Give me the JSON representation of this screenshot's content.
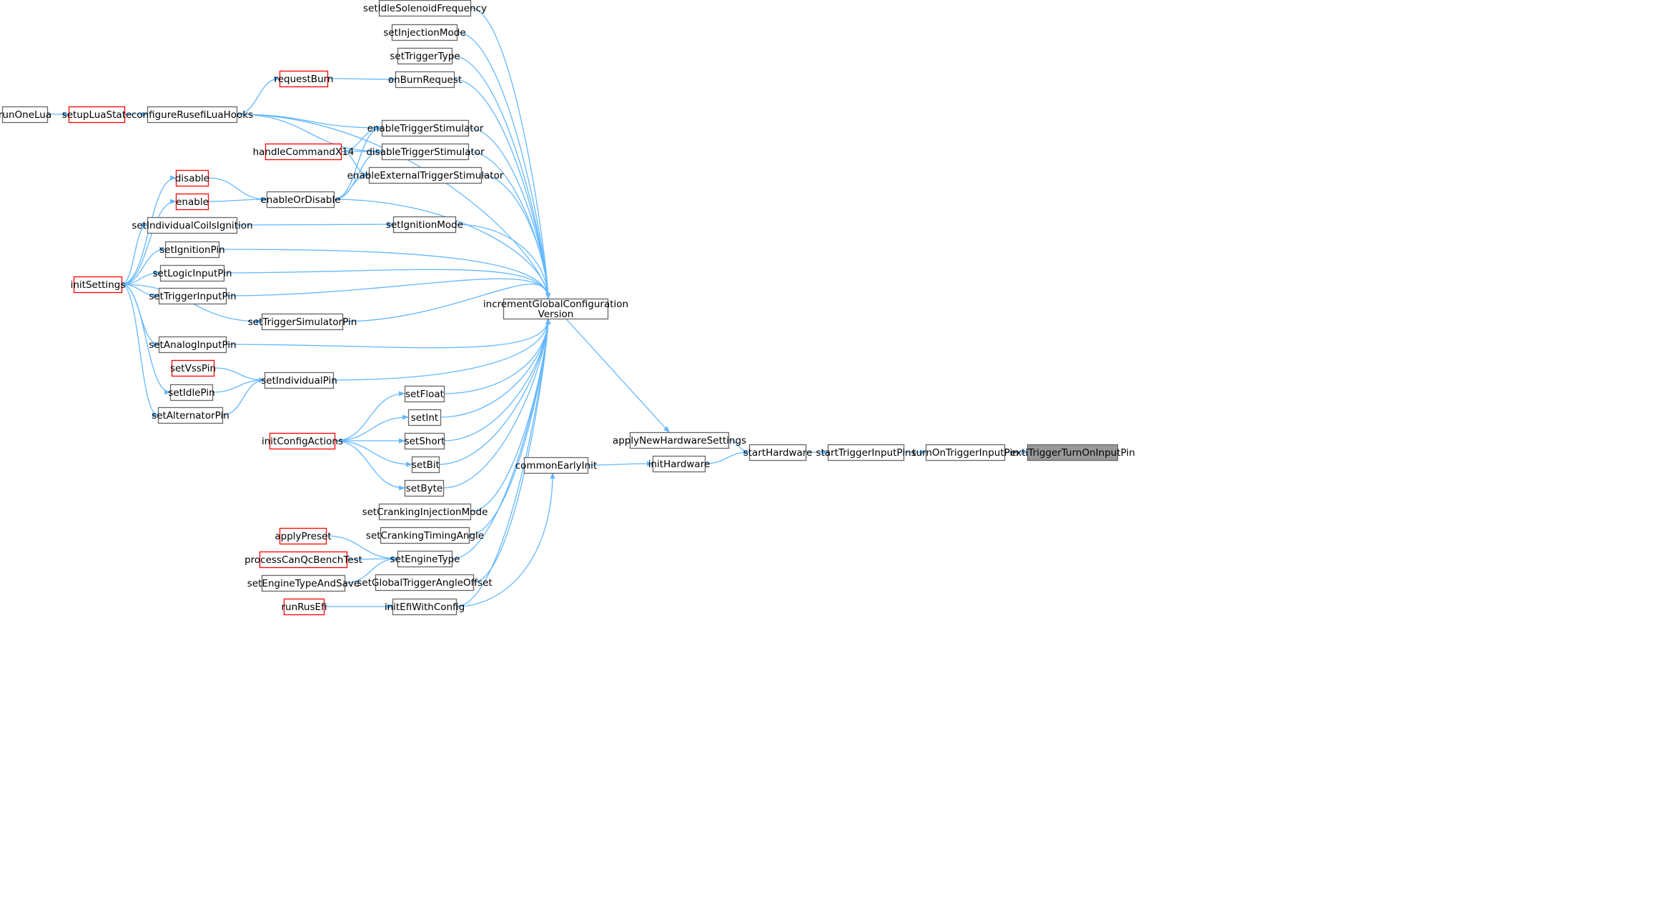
{
  "colors": {
    "edge": "#63b8ff",
    "node_border": "#666666",
    "node_fill": "#ffffff",
    "truncated_border": "#ff0000",
    "focus_fill": "#999999"
  },
  "nodes": {
    "setIdleSolenoidFrequency": {
      "label": "setIdleSolenoidFrequency",
      "style": "normal"
    },
    "setInjectionMode": {
      "label": "setInjectionMode",
      "style": "normal"
    },
    "setTriggerType": {
      "label": "setTriggerType",
      "style": "normal"
    },
    "onBurnRequest": {
      "label": "onBurnRequest",
      "style": "normal"
    },
    "requestBurn": {
      "label": "requestBurn",
      "style": "truncated"
    },
    "runOneLua": {
      "label": "runOneLua",
      "style": "normal"
    },
    "setupLuaState": {
      "label": "setupLuaState",
      "style": "truncated"
    },
    "configureRusefiLuaHooks": {
      "label": "configureRusefiLuaHooks",
      "style": "normal"
    },
    "enableTriggerStimulator": {
      "label": "enableTriggerStimulator",
      "style": "normal"
    },
    "handleCommandX14": {
      "label": "handleCommandX14",
      "style": "truncated"
    },
    "disableTriggerStimulator": {
      "label": "disableTriggerStimulator",
      "style": "normal"
    },
    "enableExternalTriggerStimulator": {
      "label": "enableExternalTriggerStimulator",
      "style": "normal"
    },
    "disable": {
      "label": "disable",
      "style": "truncated"
    },
    "enable": {
      "label": "enable",
      "style": "truncated"
    },
    "enableOrDisable": {
      "label": "enableOrDisable",
      "style": "normal"
    },
    "setIndividualCoilsIgnition": {
      "label": "setIndividualCoilsIgnition",
      "style": "normal"
    },
    "setIgnitionMode": {
      "label": "setIgnitionMode",
      "style": "normal"
    },
    "setIgnitionPin": {
      "label": "setIgnitionPin",
      "style": "normal"
    },
    "initSettings": {
      "label": "initSettings",
      "style": "truncated"
    },
    "setLogicInputPin": {
      "label": "setLogicInputPin",
      "style": "normal"
    },
    "setTriggerInputPin": {
      "label": "setTriggerInputPin",
      "style": "normal"
    },
    "incrementGlobalConfigurationVersion": {
      "label": [
        "incrementGlobalConfiguration",
        "Version"
      ],
      "style": "normal"
    },
    "setTriggerSimulatorPin": {
      "label": "setTriggerSimulatorPin",
      "style": "normal"
    },
    "setAnalogInputPin": {
      "label": "setAnalogInputPin",
      "style": "normal"
    },
    "setVssPin": {
      "label": "setVssPin",
      "style": "truncated"
    },
    "setIndividualPin": {
      "label": "setIndividualPin",
      "style": "normal"
    },
    "setIdlePin": {
      "label": "setIdlePin",
      "style": "normal"
    },
    "setAlternatorPin": {
      "label": "setAlternatorPin",
      "style": "normal"
    },
    "setFloat": {
      "label": "setFloat",
      "style": "normal"
    },
    "setInt": {
      "label": "setInt",
      "style": "normal"
    },
    "initConfigActions": {
      "label": "initConfigActions",
      "style": "truncated"
    },
    "setShort": {
      "label": "setShort",
      "style": "normal"
    },
    "setBit": {
      "label": "setBit",
      "style": "normal"
    },
    "setByte": {
      "label": "setByte",
      "style": "normal"
    },
    "setCrankingInjectionMode": {
      "label": "setCrankingInjectionMode",
      "style": "normal"
    },
    "setCrankingTimingAngle": {
      "label": "setCrankingTimingAngle",
      "style": "normal"
    },
    "applyPreset": {
      "label": "applyPreset",
      "style": "truncated"
    },
    "processCanQcBenchTest": {
      "label": "processCanQcBenchTest",
      "style": "truncated"
    },
    "setEngineType": {
      "label": "setEngineType",
      "style": "normal"
    },
    "setEngineTypeAndSave": {
      "label": "setEngineTypeAndSave",
      "style": "normal"
    },
    "setGlobalTriggerAngleOffset": {
      "label": "setGlobalTriggerAngleOffset",
      "style": "normal"
    },
    "runRusEfi": {
      "label": "runRusEfi",
      "style": "truncated"
    },
    "initEfiWithConfig": {
      "label": "initEfiWithConfig",
      "style": "normal"
    },
    "applyNewHardwareSettings": {
      "label": "applyNewHardwareSettings",
      "style": "normal"
    },
    "commonEarlyInit": {
      "label": "commonEarlyInit",
      "style": "normal"
    },
    "initHardware": {
      "label": "initHardware",
      "style": "normal"
    },
    "startHardware": {
      "label": "startHardware",
      "style": "normal"
    },
    "startTriggerInputPins": {
      "label": "startTriggerInputPins",
      "style": "normal"
    },
    "turnOnTriggerInputPin": {
      "label": "turnOnTriggerInputPin",
      "style": "normal"
    },
    "extiTriggerTurnOnInputPin": {
      "label": "extiTriggerTurnOnInputPin",
      "style": "focus"
    }
  },
  "edges": [
    [
      "setIdleSolenoidFrequency",
      "incrementGlobalConfigurationVersion"
    ],
    [
      "setInjectionMode",
      "incrementGlobalConfigurationVersion"
    ],
    [
      "setTriggerType",
      "incrementGlobalConfigurationVersion"
    ],
    [
      "onBurnRequest",
      "incrementGlobalConfigurationVersion"
    ],
    [
      "requestBurn",
      "onBurnRequest"
    ],
    [
      "configureRusefiLuaHooks",
      "requestBurn"
    ],
    [
      "setupLuaState",
      "configureRusefiLuaHooks"
    ],
    [
      "runOneLua",
      "setupLuaState"
    ],
    [
      "configureRusefiLuaHooks",
      "incrementGlobalConfigurationVersion"
    ],
    [
      "configureRusefiLuaHooks",
      "enableTriggerStimulator"
    ],
    [
      "configureRusefiLuaHooks",
      "disableTriggerStimulator"
    ],
    [
      "enableTriggerStimulator",
      "incrementGlobalConfigurationVersion"
    ],
    [
      "handleCommandX14",
      "enableTriggerStimulator"
    ],
    [
      "handleCommandX14",
      "disableTriggerStimulator"
    ],
    [
      "handleCommandX14",
      "enableExternalTriggerStimulator"
    ],
    [
      "disableTriggerStimulator",
      "incrementGlobalConfigurationVersion"
    ],
    [
      "enableExternalTriggerStimulator",
      "incrementGlobalConfigurationVersion"
    ],
    [
      "enableOrDisable",
      "enableTriggerStimulator"
    ],
    [
      "enableOrDisable",
      "disableTriggerStimulator"
    ],
    [
      "enableOrDisable",
      "enableExternalTriggerStimulator"
    ],
    [
      "enableOrDisable",
      "incrementGlobalConfigurationVersion"
    ],
    [
      "disable",
      "enableOrDisable"
    ],
    [
      "enable",
      "enableOrDisable"
    ],
    [
      "initSettings",
      "disable"
    ],
    [
      "initSettings",
      "enable"
    ],
    [
      "initSettings",
      "setIndividualCoilsIgnition"
    ],
    [
      "setIndividualCoilsIgnition",
      "setIgnitionMode"
    ],
    [
      "setIgnitionMode",
      "incrementGlobalConfigurationVersion"
    ],
    [
      "initSettings",
      "setIgnitionPin"
    ],
    [
      "setIgnitionPin",
      "incrementGlobalConfigurationVersion"
    ],
    [
      "initSettings",
      "setLogicInputPin"
    ],
    [
      "setLogicInputPin",
      "incrementGlobalConfigurationVersion"
    ],
    [
      "initSettings",
      "setTriggerInputPin"
    ],
    [
      "setTriggerInputPin",
      "incrementGlobalConfigurationVersion"
    ],
    [
      "initSettings",
      "setTriggerSimulatorPin"
    ],
    [
      "setTriggerSimulatorPin",
      "incrementGlobalConfigurationVersion"
    ],
    [
      "initSettings",
      "setAnalogInputPin"
    ],
    [
      "setAnalogInputPin",
      "incrementGlobalConfigurationVersion"
    ],
    [
      "initSettings",
      "setIdlePin"
    ],
    [
      "initSettings",
      "setAlternatorPin"
    ],
    [
      "setVssPin",
      "setIndividualPin"
    ],
    [
      "setIdlePin",
      "setIndividualPin"
    ],
    [
      "setAlternatorPin",
      "setIndividualPin"
    ],
    [
      "setIndividualPin",
      "incrementGlobalConfigurationVersion"
    ],
    [
      "setFloat",
      "incrementGlobalConfigurationVersion"
    ],
    [
      "setInt",
      "incrementGlobalConfigurationVersion"
    ],
    [
      "setShort",
      "incrementGlobalConfigurationVersion"
    ],
    [
      "setBit",
      "incrementGlobalConfigurationVersion"
    ],
    [
      "setByte",
      "incrementGlobalConfigurationVersion"
    ],
    [
      "initConfigActions",
      "setFloat"
    ],
    [
      "initConfigActions",
      "setInt"
    ],
    [
      "initConfigActions",
      "setShort"
    ],
    [
      "initConfigActions",
      "setBit"
    ],
    [
      "initConfigActions",
      "setByte"
    ],
    [
      "setCrankingInjectionMode",
      "incrementGlobalConfigurationVersion"
    ],
    [
      "setCrankingTimingAngle",
      "incrementGlobalConfigurationVersion"
    ],
    [
      "setEngineType",
      "incrementGlobalConfigurationVersion"
    ],
    [
      "applyPreset",
      "setEngineType"
    ],
    [
      "processCanQcBenchTest",
      "setEngineType"
    ],
    [
      "setEngineTypeAndSave",
      "setEngineType"
    ],
    [
      "setGlobalTriggerAngleOffset",
      "incrementGlobalConfigurationVersion"
    ],
    [
      "initEfiWithConfig",
      "incrementGlobalConfigurationVersion"
    ],
    [
      "runRusEfi",
      "initEfiWithConfig"
    ],
    [
      "initEfiWithConfig",
      "commonEarlyInit"
    ],
    [
      "incrementGlobalConfigurationVersion",
      "applyNewHardwareSettings"
    ],
    [
      "applyNewHardwareSettings",
      "startHardware"
    ],
    [
      "commonEarlyInit",
      "initHardware"
    ],
    [
      "initHardware",
      "startHardware"
    ],
    [
      "startHardware",
      "startTriggerInputPins"
    ],
    [
      "startTriggerInputPins",
      "turnOnTriggerInputPin"
    ],
    [
      "turnOnTriggerInputPin",
      "extiTriggerTurnOnInputPin"
    ]
  ]
}
